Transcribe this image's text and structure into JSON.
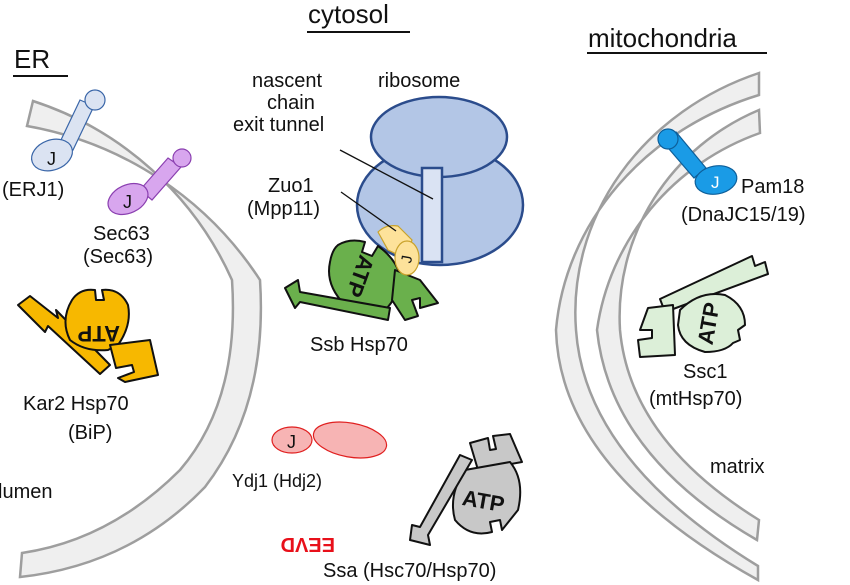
{
  "compartments": {
    "er": {
      "title": "ER",
      "lumen_label": "lumen"
    },
    "cytosol": {
      "title": "cytosol"
    },
    "mitochondria": {
      "title": "mitochondria",
      "matrix_label": "matrix"
    }
  },
  "proteins": {
    "erj1": {
      "domain_label": "J",
      "name": "(ERJ1)",
      "color": "#dbe3f2"
    },
    "sec63": {
      "domain_label": "J",
      "name_line1": "Sec63",
      "name_line2": "(Sec63)",
      "color": "#d8a6ee"
    },
    "kar2": {
      "atp_label": "ATP",
      "name_line1": "Kar2 Hsp70",
      "name_line2": "(BiP)",
      "color": "#f7b800"
    },
    "ribosome": {
      "label": "ribosome",
      "color": "#b3c6e6"
    },
    "exit_tunnel": {
      "line1": "nascent",
      "line2": "chain",
      "line3": "exit tunnel"
    },
    "zuo1": {
      "domain_label": "J",
      "name_line1": "Zuo1",
      "name_line2": "(Mpp11)",
      "color": "#fde29a"
    },
    "ssb": {
      "atp_label": "ATP",
      "name": "Ssb Hsp70",
      "color": "#6ab04c"
    },
    "ydj1": {
      "domain_label": "J",
      "name": "Ydj1 (Hdj2)",
      "color": "#f7b4b4"
    },
    "ssa": {
      "atp_label": "ATP",
      "motif_label": "EEVD",
      "name": "Ssa (Hsc70/Hsp70)",
      "color": "#c8c8c8",
      "motif_color": "#e8101a"
    },
    "pam18": {
      "domain_label": "J",
      "name_line1": "Pam18",
      "name_line2": "(DnaJC15/19)",
      "color": "#1a9be6"
    },
    "ssc1": {
      "atp_label": "ATP",
      "name_line1": "Ssc1",
      "name_line2": "(mtHsp70)",
      "color": "#dcefd8"
    }
  }
}
